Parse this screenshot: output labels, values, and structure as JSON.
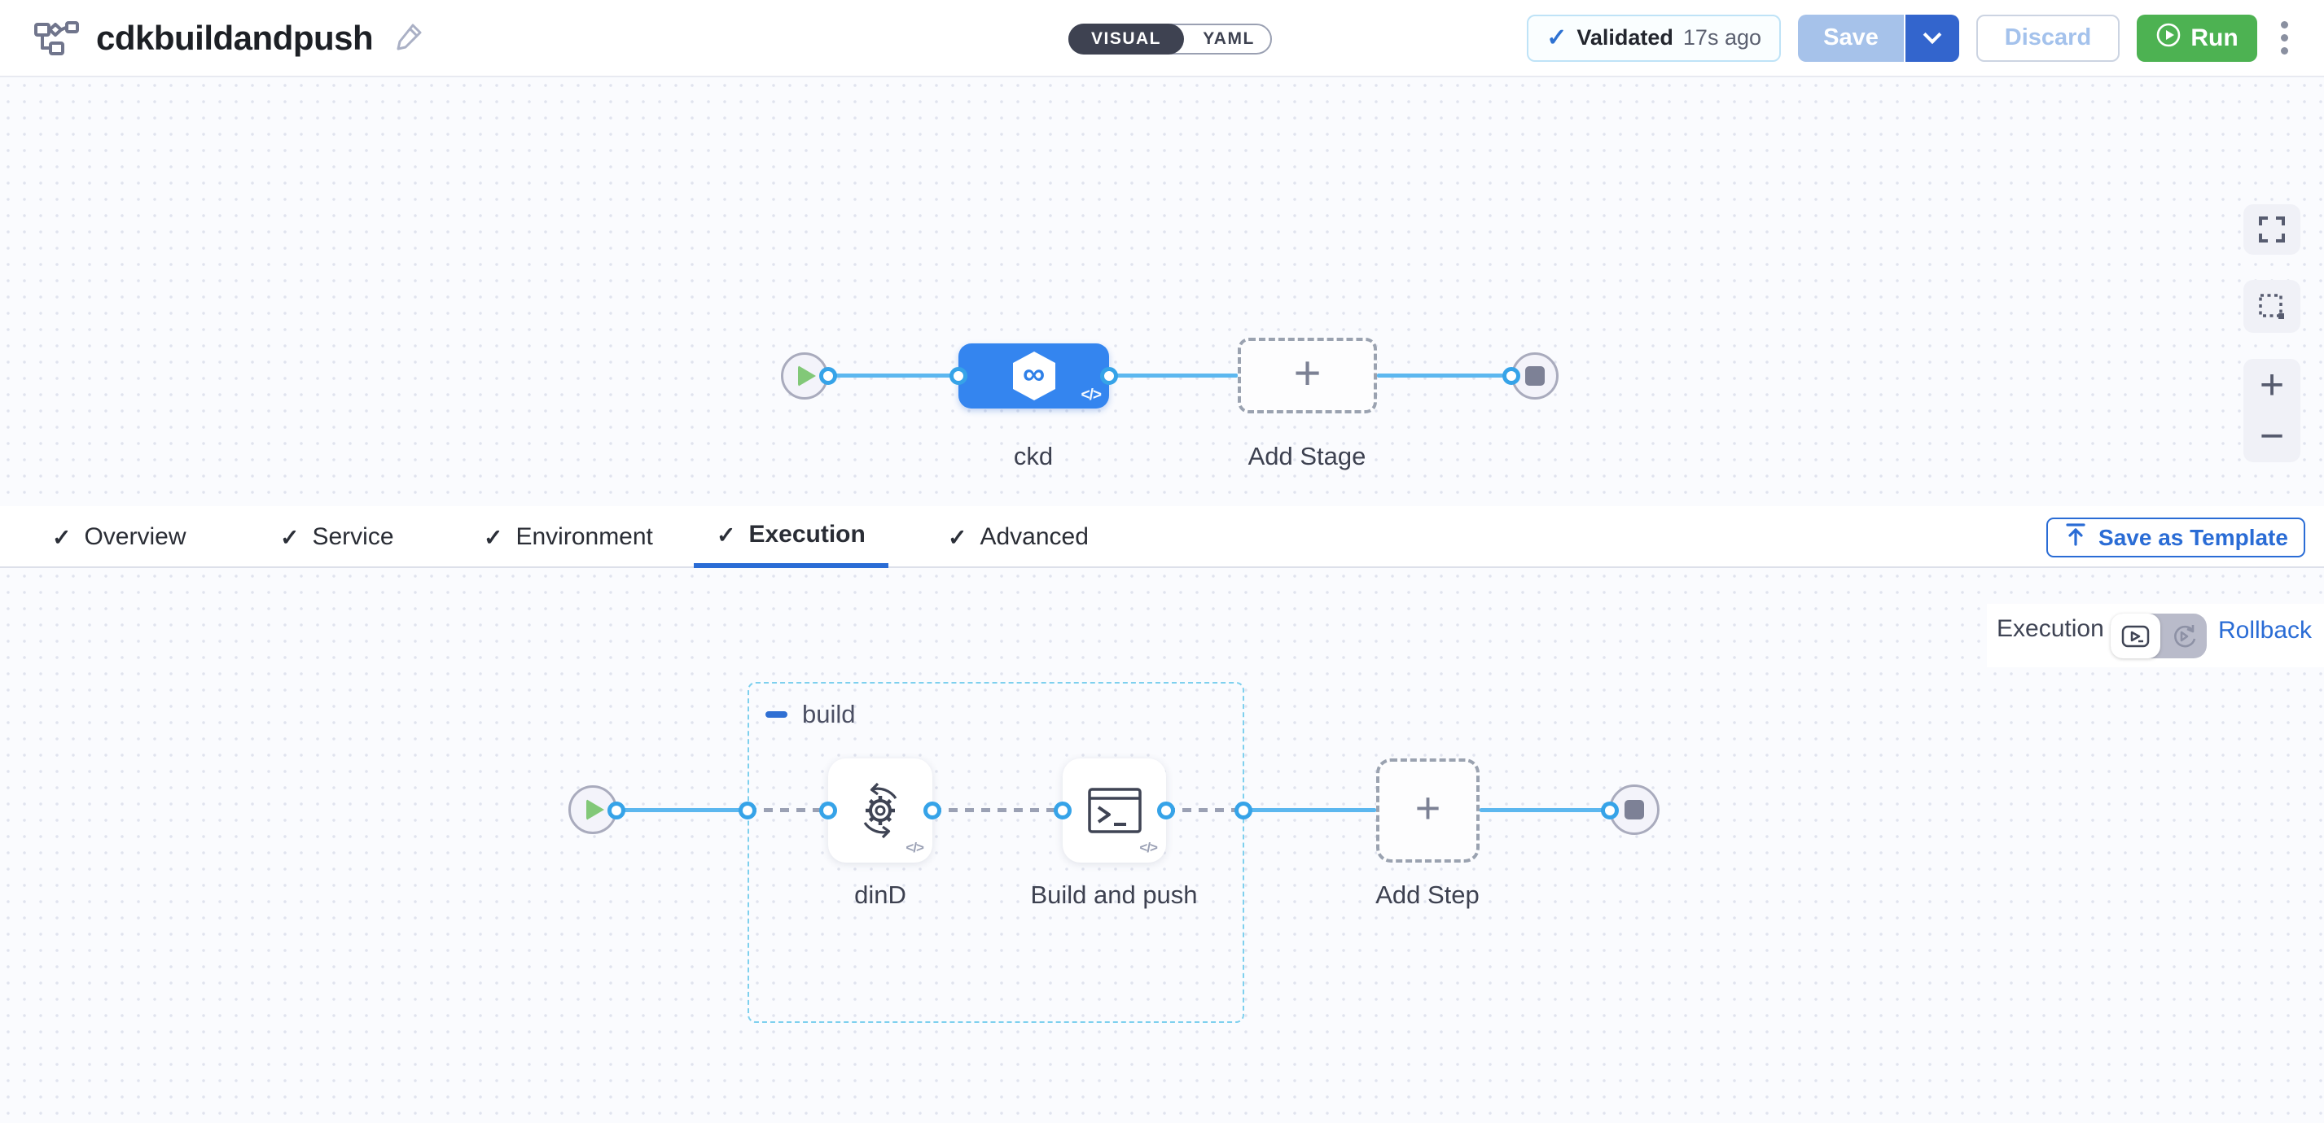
{
  "header": {
    "title": "cdkbuildandpush",
    "mode_toggle": {
      "visual": "VISUAL",
      "yaml": "YAML"
    },
    "validated": {
      "check": "✓",
      "label": "Validated",
      "time": "17s ago"
    },
    "save_label": "Save",
    "discard_label": "Discard",
    "run_label": "Run"
  },
  "tabs": {
    "check": "✓",
    "items": [
      {
        "label": "Overview"
      },
      {
        "label": "Service"
      },
      {
        "label": "Environment"
      },
      {
        "label": "Execution"
      },
      {
        "label": "Advanced"
      }
    ],
    "active": "Execution",
    "save_as_template_label": "Save as Template"
  },
  "stage_canvas": {
    "stage_label": "ckd",
    "stage_icon_glyph": "∞",
    "code_glyph": "</>",
    "add_stage_label": "Add Stage",
    "add_stage_plus": "+"
  },
  "view_controls": {
    "zoom_in": "+",
    "zoom_out": "−"
  },
  "execution_canvas": {
    "mode_label": "Execution",
    "rollback_label": "Rollback",
    "group_label": "build",
    "steps": [
      {
        "label": "dinD"
      },
      {
        "label": "Build and push"
      }
    ],
    "add_step_label": "Add Step",
    "add_step_plus": "+",
    "code_glyph": "</>"
  },
  "colors": {
    "accent_blue": "#2a6cd5",
    "stage_blue": "#3485ef",
    "connector_blue": "#5cb7ef",
    "port_ring_blue": "#36a3e8",
    "run_green": "#4db252",
    "save_disabled_blue": "#a6c2ea",
    "group_border_blue": "#7ed0ee"
  }
}
